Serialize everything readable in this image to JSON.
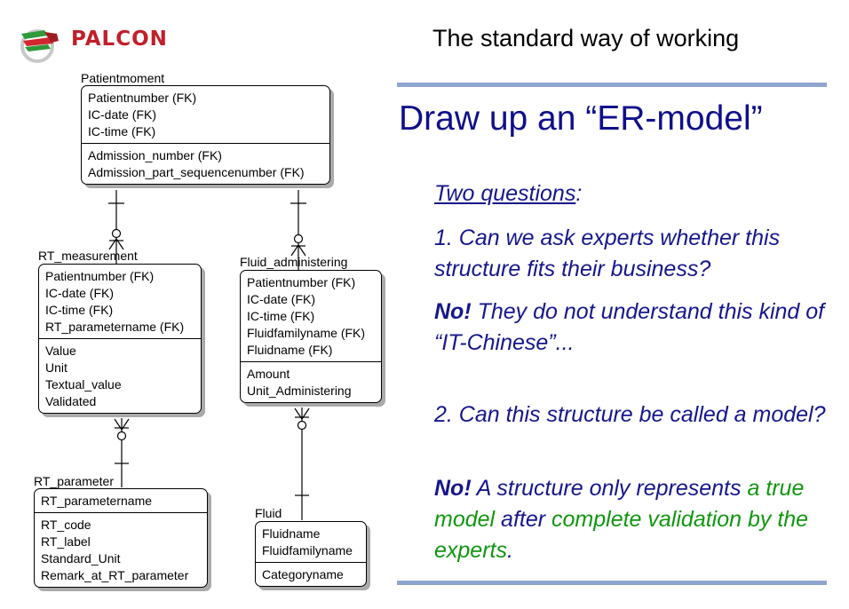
{
  "logo": {
    "text": "PALCON"
  },
  "slide": {
    "title": "The standard way of working",
    "heading": "Draw up an “ER-model”"
  },
  "body": {
    "questions_label": "Two questions",
    "questions_colon": ":",
    "q1": "1. Can we ask experts whether this structure fits their business?",
    "a1_no": "No!",
    "a1_rest": " They do not understand this kind of “IT-Chinese”...",
    "q2": "2. Can this structure be called a model?",
    "a2_no": "No!",
    "a2_mid1": " A structure only represents ",
    "a2_green1": "a true model",
    "a2_mid2": " after ",
    "a2_green2": "complete validation by the experts",
    "a2_end": "."
  },
  "er": {
    "patientmoment": {
      "name": "Patientmoment",
      "keys": [
        "Patientnumber (FK)",
        "IC-date (FK)",
        "IC-time (FK)"
      ],
      "attrs": [
        "Admission_number (FK)",
        "Admission_part_sequencenumber (FK)"
      ]
    },
    "rt_measurement": {
      "name": "RT_measurement",
      "keys": [
        "Patientnumber (FK)",
        "IC-date (FK)",
        "IC-time (FK)",
        "RT_parametername (FK)"
      ],
      "attrs": [
        "Value",
        "Unit",
        "Textual_value",
        "Validated"
      ]
    },
    "fluid_administering": {
      "name": "Fluid_administering",
      "keys": [
        "Patientnumber (FK)",
        "IC-date (FK)",
        "IC-time (FK)",
        "Fluidfamilyname (FK)",
        "Fluidname (FK)"
      ],
      "attrs": [
        "Amount",
        "Unit_Administering"
      ]
    },
    "rt_parameter": {
      "name": "RT_parameter",
      "keys": [
        "RT_parametername"
      ],
      "attrs": [
        "RT_code",
        "RT_label",
        "Standard_Unit",
        "Remark_at_RT_parameter"
      ]
    },
    "fluid": {
      "name": "Fluid",
      "keys": [
        "Fluidname",
        "Fluidfamilyname"
      ],
      "attrs": [
        "Categoryname"
      ]
    }
  }
}
